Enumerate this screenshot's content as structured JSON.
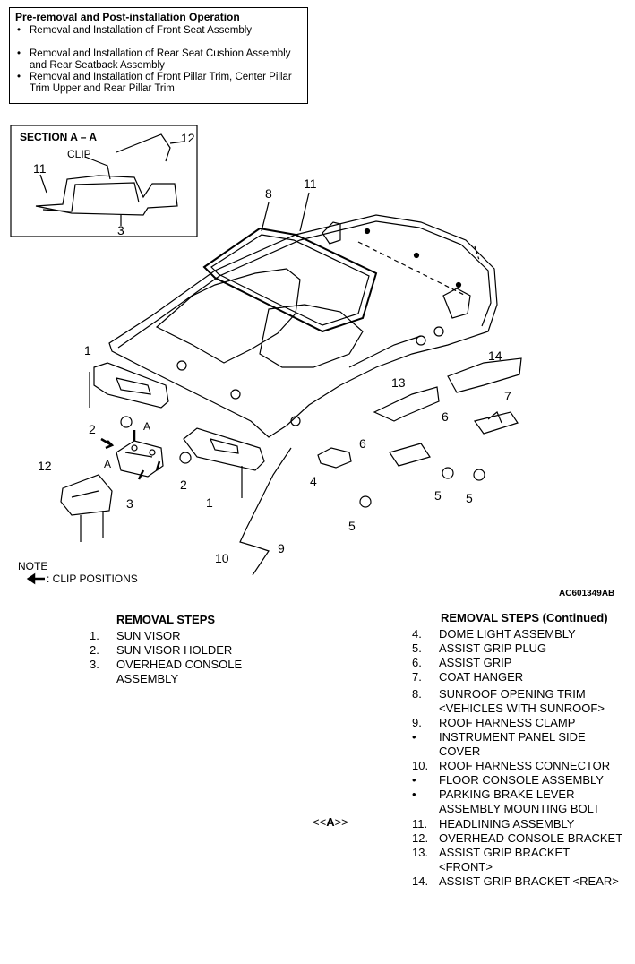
{
  "preremoval": {
    "title": "Pre-removal and Post-installation Operation",
    "items": [
      "Removal and Installation of Front Seat Assembly",
      "Removal and Installation of Rear Seat Cushion Assembly and Rear Seatback Assembly",
      "Removal and Installation of Front Pillar Trim, Center Pillar Trim Upper and Rear Pillar Trim"
    ]
  },
  "diagram": {
    "section_label": "SECTION A – A",
    "clip_label": "CLIP",
    "callouts": [
      "1",
      "2",
      "3",
      "4",
      "5",
      "6",
      "7",
      "8",
      "9",
      "10",
      "11",
      "12",
      "13",
      "14"
    ],
    "view_letter": "A",
    "note_title": "NOTE",
    "note_text": ": CLIP POSITIONS",
    "figure_id": "AC601349AB"
  },
  "steps_left": {
    "header": "REMOVAL STEPS",
    "items": [
      {
        "num": "1.",
        "text": "SUN VISOR"
      },
      {
        "num": "2.",
        "text": "SUN VISOR HOLDER"
      },
      {
        "num": "3.",
        "text": "OVERHEAD CONSOLE ASSEMBLY"
      }
    ]
  },
  "steps_right": {
    "header": "REMOVAL STEPS (Continued)",
    "items": [
      {
        "num": "4.",
        "text": "DOME LIGHT ASSEMBLY"
      },
      {
        "num": "5.",
        "text": "ASSIST GRIP PLUG"
      },
      {
        "num": "6.",
        "text": "ASSIST GRIP"
      },
      {
        "num": "7.",
        "text": "COAT HANGER"
      },
      {
        "num": "8.",
        "text": "SUNROOF OPENING TRIM <VEHICLES WITH SUNROOF>"
      },
      {
        "num": "9.",
        "text": "ROOF HARNESS CLAMP"
      },
      {
        "num": "•",
        "text": "INSTRUMENT PANEL SIDE COVER"
      },
      {
        "num": "10.",
        "text": "ROOF HARNESS CONNECTOR"
      },
      {
        "num": "•",
        "text": "FLOOR CONSOLE ASSEMBLY"
      },
      {
        "num": "•",
        "text": "PARKING BRAKE LEVER ASSEMBLY MOUNTING BOLT"
      },
      {
        "num": "11.",
        "text": "HEADLINING ASSEMBLY"
      },
      {
        "num": "12.",
        "text": "OVERHEAD CONSOLE BRACKET"
      },
      {
        "num": "13.",
        "text": "ASSIST GRIP BRACKET <FRONT>"
      },
      {
        "num": "14.",
        "text": "ASSIST GRIP BRACKET <REAR>"
      }
    ]
  },
  "note_tag": {
    "prefix": "<<",
    "letter": "A",
    "suffix": ">>"
  }
}
